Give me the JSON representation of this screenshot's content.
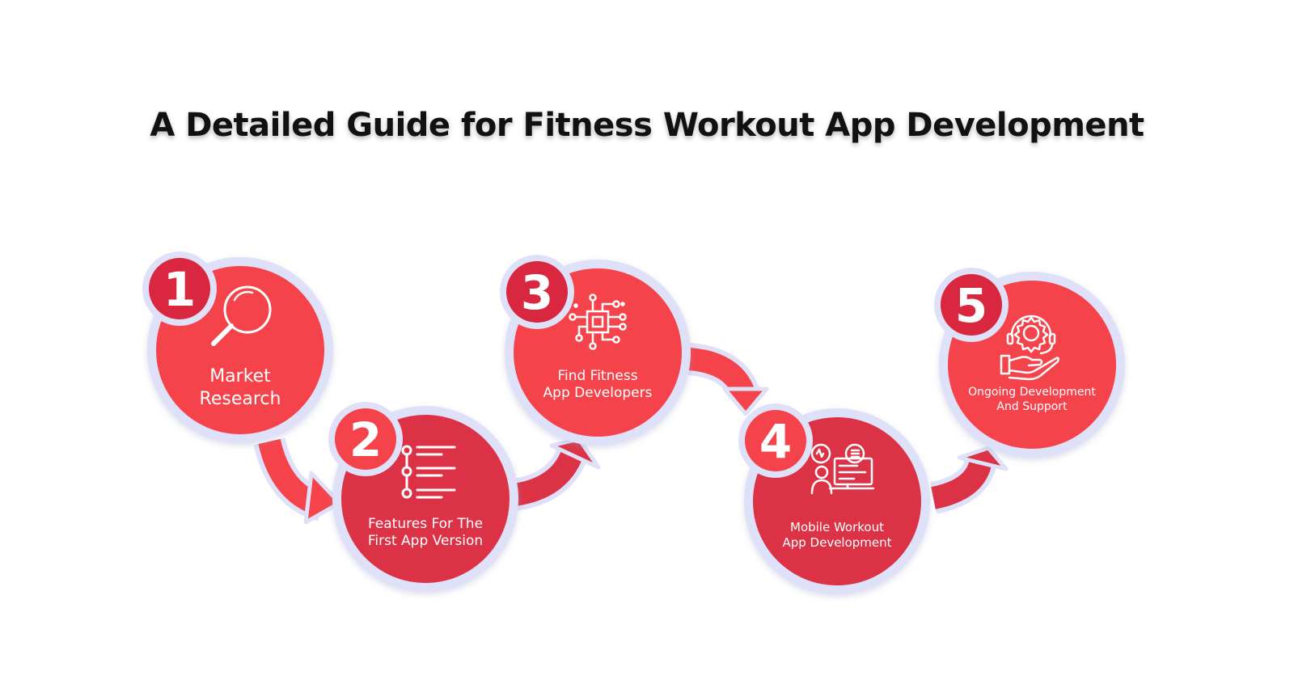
{
  "title": "A Detailed Guide for Fitness Workout App Development",
  "colors": {
    "accent_red": "#f5434b",
    "dark_red": "#dc3246",
    "badge_red": "#d8273f",
    "halo": "#dee1f7",
    "text_on_red": "#ffffff"
  },
  "steps": [
    {
      "number": "1",
      "icon": "magnifier-icon",
      "label_lines": [
        "Market",
        "Research"
      ]
    },
    {
      "number": "2",
      "icon": "feature-list-icon",
      "label_lines": [
        "Features For The",
        "First App Version"
      ]
    },
    {
      "number": "3",
      "icon": "circuit-chip-icon",
      "label_lines": [
        "Find Fitness",
        "App Developers"
      ]
    },
    {
      "number": "4",
      "icon": "developer-workstation-icon",
      "label_lines": [
        "Mobile Workout",
        "App Development"
      ]
    },
    {
      "number": "5",
      "icon": "gear-hand-support-icon",
      "label_lines": [
        "Ongoing Development",
        "And Support"
      ]
    }
  ]
}
